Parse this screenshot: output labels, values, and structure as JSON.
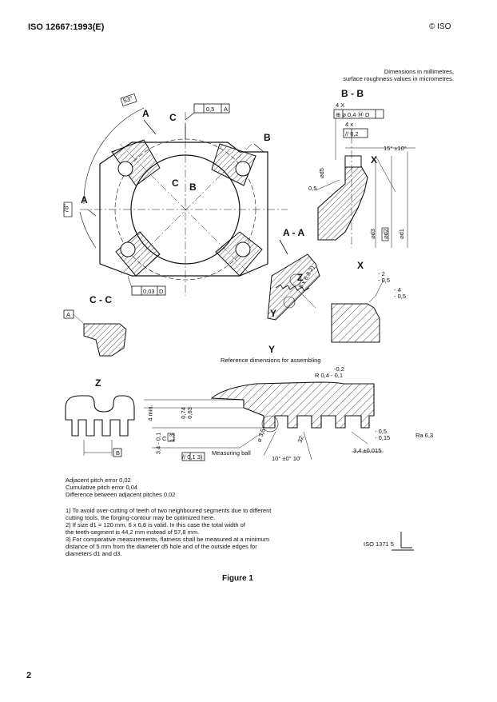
{
  "header": {
    "standard_id": "ISO 12667:1993(E)",
    "copyright": "© ISO"
  },
  "units_note": {
    "line1": "Dimensions in millimetres,",
    "line2": "surface roughness values in micrometres."
  },
  "views": {
    "bb": "B - B",
    "cc": "C - C",
    "aa": "A - A",
    "x": "X",
    "y": "Y",
    "z": "Z",
    "cut_a": "A",
    "cut_b": "B",
    "cut_c": "C"
  },
  "callouts": {
    "angle_53": "53°",
    "angle_78": "78°",
    "parallel_05": "0,5",
    "ref_A": "A",
    "flat_003": "0,03",
    "ref_D": "D",
    "pos_4x": "4 X",
    "pos_tol": "⊕ ⌀ 0,4 Ⓜ D",
    "par_4x": "4 x",
    "par_tol": "// 0,2",
    "angle_15": "15° ±10°",
    "rough_05": "0,5",
    "d5": "⌀d5",
    "d3": "⌀d3",
    "d2": "⌀d2",
    "d1": "⌀d1",
    "dim_8x": "8 x 6,8 2)",
    "x_dev1": "- 2",
    "x_dev2": "- 0,5",
    "x_dev3": "- 4",
    "x_dev4": "- 0,5",
    "y_ref": "Reference dimensions for assembling",
    "r_top": "-0,2",
    "r_val": "R 0,4 - 0,1",
    "ang_10": "10° ±0° 10'",
    "meas_ball": "Measuring ball",
    "par_01": "// 0,1 3)",
    "dev_05": "- 0,5",
    "dev_015": "- 0,15",
    "ra": "Ra 6,3",
    "dim_34": "3,4 ±0,015",
    "min4": "4 min.",
    "v074": "0,74",
    "v063": "0,63",
    "v13": "1,3",
    "v34": "3,4 - 0,1",
    "c_lbl": "C",
    "ref_B": "B",
    "dia35": "⌀ 3,5",
    "z_dim": "32"
  },
  "errors": {
    "line1": "Adjacent pitch error 0,02",
    "line2": "Cumulative pitch error 0,04",
    "line3": "Difference between adjacent pitches 0,02"
  },
  "notes": {
    "n1a": "1)  To avoid over-cutting of teeth of two neighboured segments due to different",
    "n1b": "cutting tools, the forging-contour may be optimized here.",
    "n2a": "2)  If size d1 = 120 mm, 6 x 6,8 is valid. In this case the total width of",
    "n2b": "the teeth-segment is 44,2 mm instead of 57,8 mm.",
    "n3a": "3)  For comparative measurements, flatness shall be measured at a minimum",
    "n3b": "distance of 5 mm from the diameter d5 hole and of the outside edges for",
    "n3c": "diameters d1 and d3."
  },
  "iso_ref": "ISO 1371 5",
  "figure_caption": "Figure 1",
  "page_number": "2"
}
